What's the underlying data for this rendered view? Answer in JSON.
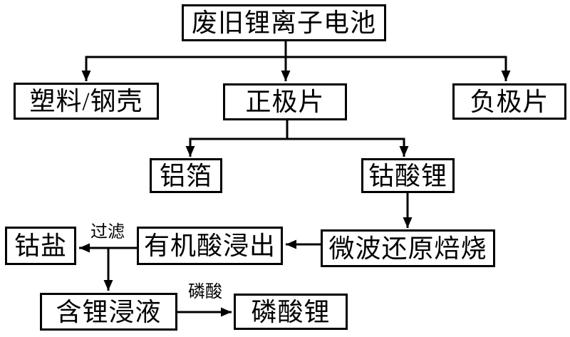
{
  "diagram": {
    "type": "flowchart",
    "description": "Recycling process flow for spent lithium-ion batteries",
    "colors": {
      "background": "#ffffff",
      "line": "#000000",
      "box_border": "#000000",
      "text": "#000000"
    },
    "nodes": [
      {
        "id": "waste-battery",
        "label": "废旧锂离子电池"
      },
      {
        "id": "plastic-steel-shell",
        "label": "塑料/钢壳"
      },
      {
        "id": "cathode-sheet",
        "label": "正极片"
      },
      {
        "id": "anode-sheet",
        "label": "负极片"
      },
      {
        "id": "aluminum-foil",
        "label": "铝箔"
      },
      {
        "id": "lithium-cobalt-oxide",
        "label": "钴酸锂"
      },
      {
        "id": "cobalt-salt",
        "label": "钴盐"
      },
      {
        "id": "organic-acid-leaching",
        "label": "有机酸浸出"
      },
      {
        "id": "microwave-reduction-roasting",
        "label": "微波还原焙烧"
      },
      {
        "id": "lithium-leachate",
        "label": "含锂浸液"
      },
      {
        "id": "lithium-phosphate",
        "label": "磷酸锂"
      }
    ],
    "edge_labels": {
      "filter": "过滤",
      "phosphoric_acid": "磷酸"
    },
    "edges": [
      {
        "from": "waste-battery",
        "to": "plastic-steel-shell"
      },
      {
        "from": "waste-battery",
        "to": "cathode-sheet"
      },
      {
        "from": "waste-battery",
        "to": "anode-sheet"
      },
      {
        "from": "cathode-sheet",
        "to": "aluminum-foil"
      },
      {
        "from": "cathode-sheet",
        "to": "lithium-cobalt-oxide"
      },
      {
        "from": "lithium-cobalt-oxide",
        "to": "microwave-reduction-roasting"
      },
      {
        "from": "microwave-reduction-roasting",
        "to": "organic-acid-leaching"
      },
      {
        "from": "organic-acid-leaching",
        "to": "cobalt-salt",
        "label": "过滤"
      },
      {
        "from": "organic-acid-leaching",
        "to": "lithium-leachate"
      },
      {
        "from": "lithium-leachate",
        "to": "lithium-phosphate",
        "label": "磷酸"
      }
    ]
  }
}
